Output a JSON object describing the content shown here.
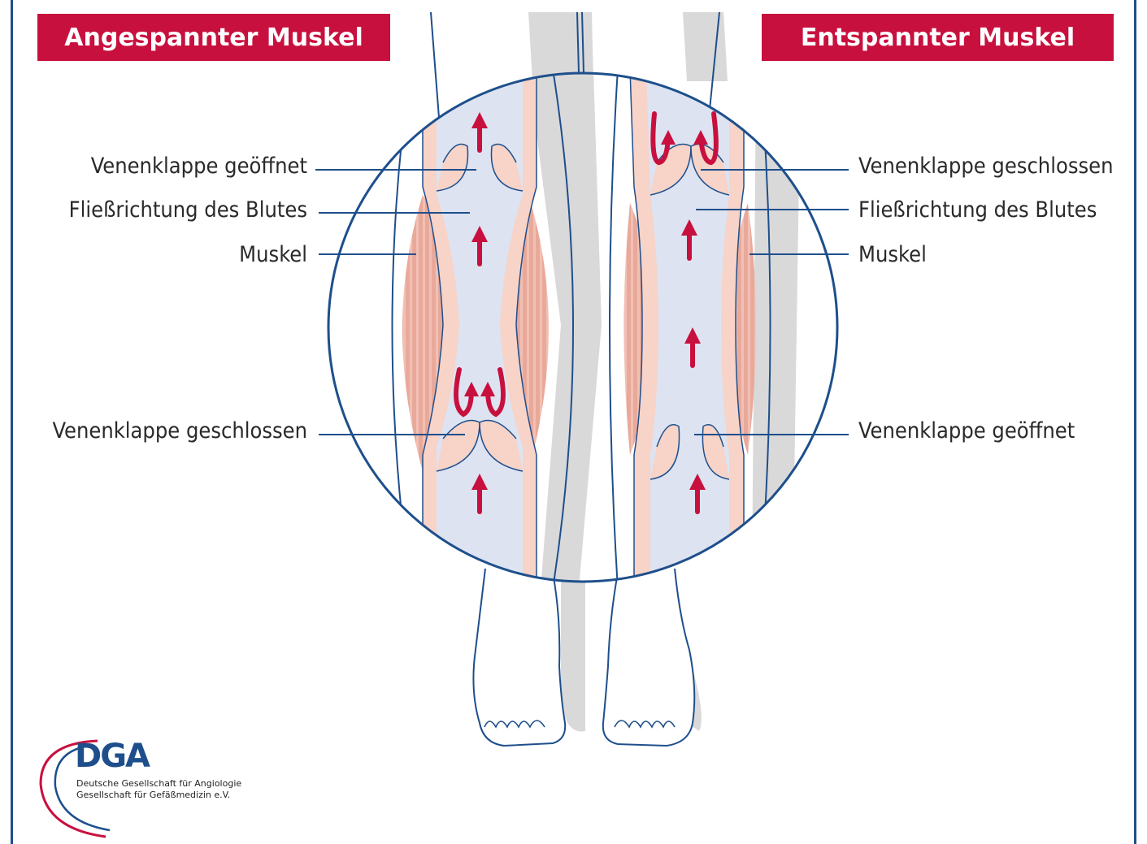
{
  "headers": {
    "left": "Angespannter Muskel",
    "right": "Entspannter Muskel"
  },
  "labels_left": {
    "valve_open": "Venenklappe geöffnet",
    "flow_direction": "Fließrichtung des Blutes",
    "muscle": "Muskel",
    "valve_closed": "Venenklappe geschlossen"
  },
  "labels_right": {
    "valve_closed": "Venenklappe geschlossen",
    "flow_direction": "Fließrichtung des Blutes",
    "muscle": "Muskel",
    "valve_open": "Venenklappe geöffnet"
  },
  "logo": {
    "abbreviation": "DGA",
    "line1": "Deutsche Gesellschaft für Angiologie",
    "line2": "Gesellschaft für Gefäßmedizin e.V."
  },
  "colors": {
    "brand_red": "#c8103e",
    "outline_blue": "#1e4f8c",
    "vein_fill": "#dde3f1",
    "muscle_fill": "#e9a99a",
    "wall_fill": "#f7d3c8",
    "arrow": "#c8103e"
  }
}
